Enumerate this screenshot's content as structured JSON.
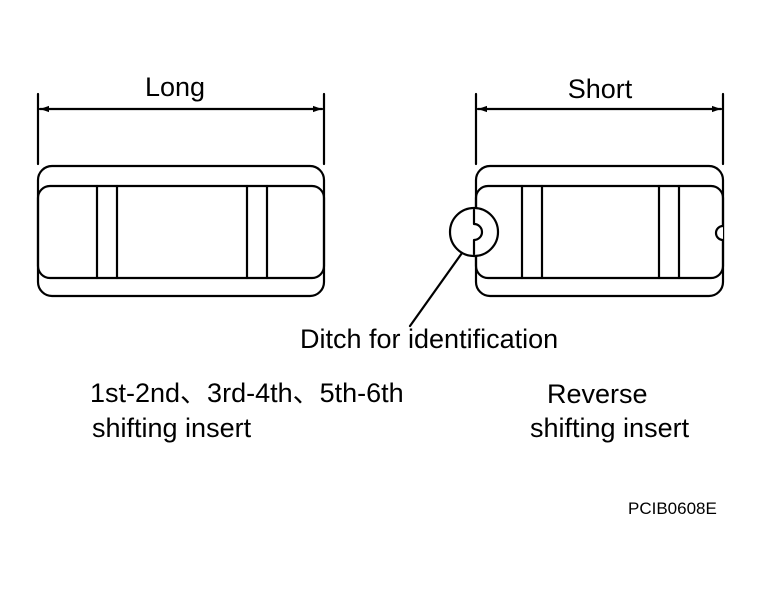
{
  "long_insert": {
    "dimension_label": "Long",
    "caption_line1": "1st-2nd、3rd-4th、5th-6th",
    "caption_line2": "shifting insert"
  },
  "short_insert": {
    "dimension_label": "Short",
    "caption_line1": "Reverse",
    "caption_line2": "shifting insert"
  },
  "callout": {
    "label": "Ditch for identification"
  },
  "figure_code": "PCIB0608E",
  "colors": {
    "stroke": "#000000",
    "background": "#ffffff"
  }
}
